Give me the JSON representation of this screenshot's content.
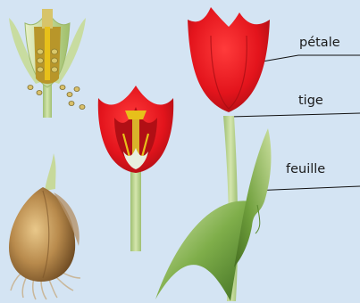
{
  "labels": {
    "petale": "pétale",
    "tige": "tige",
    "feuille": "feuille"
  },
  "colors": {
    "background": "#d4e4f3",
    "petal_red": "#e3141c",
    "petal_dark": "#a30d12",
    "stem_green": "#b7d28b",
    "leaf_green": "#6a9a3c",
    "bulb_brown": "#9b7440",
    "pollen_yellow": "#e7c01a"
  }
}
